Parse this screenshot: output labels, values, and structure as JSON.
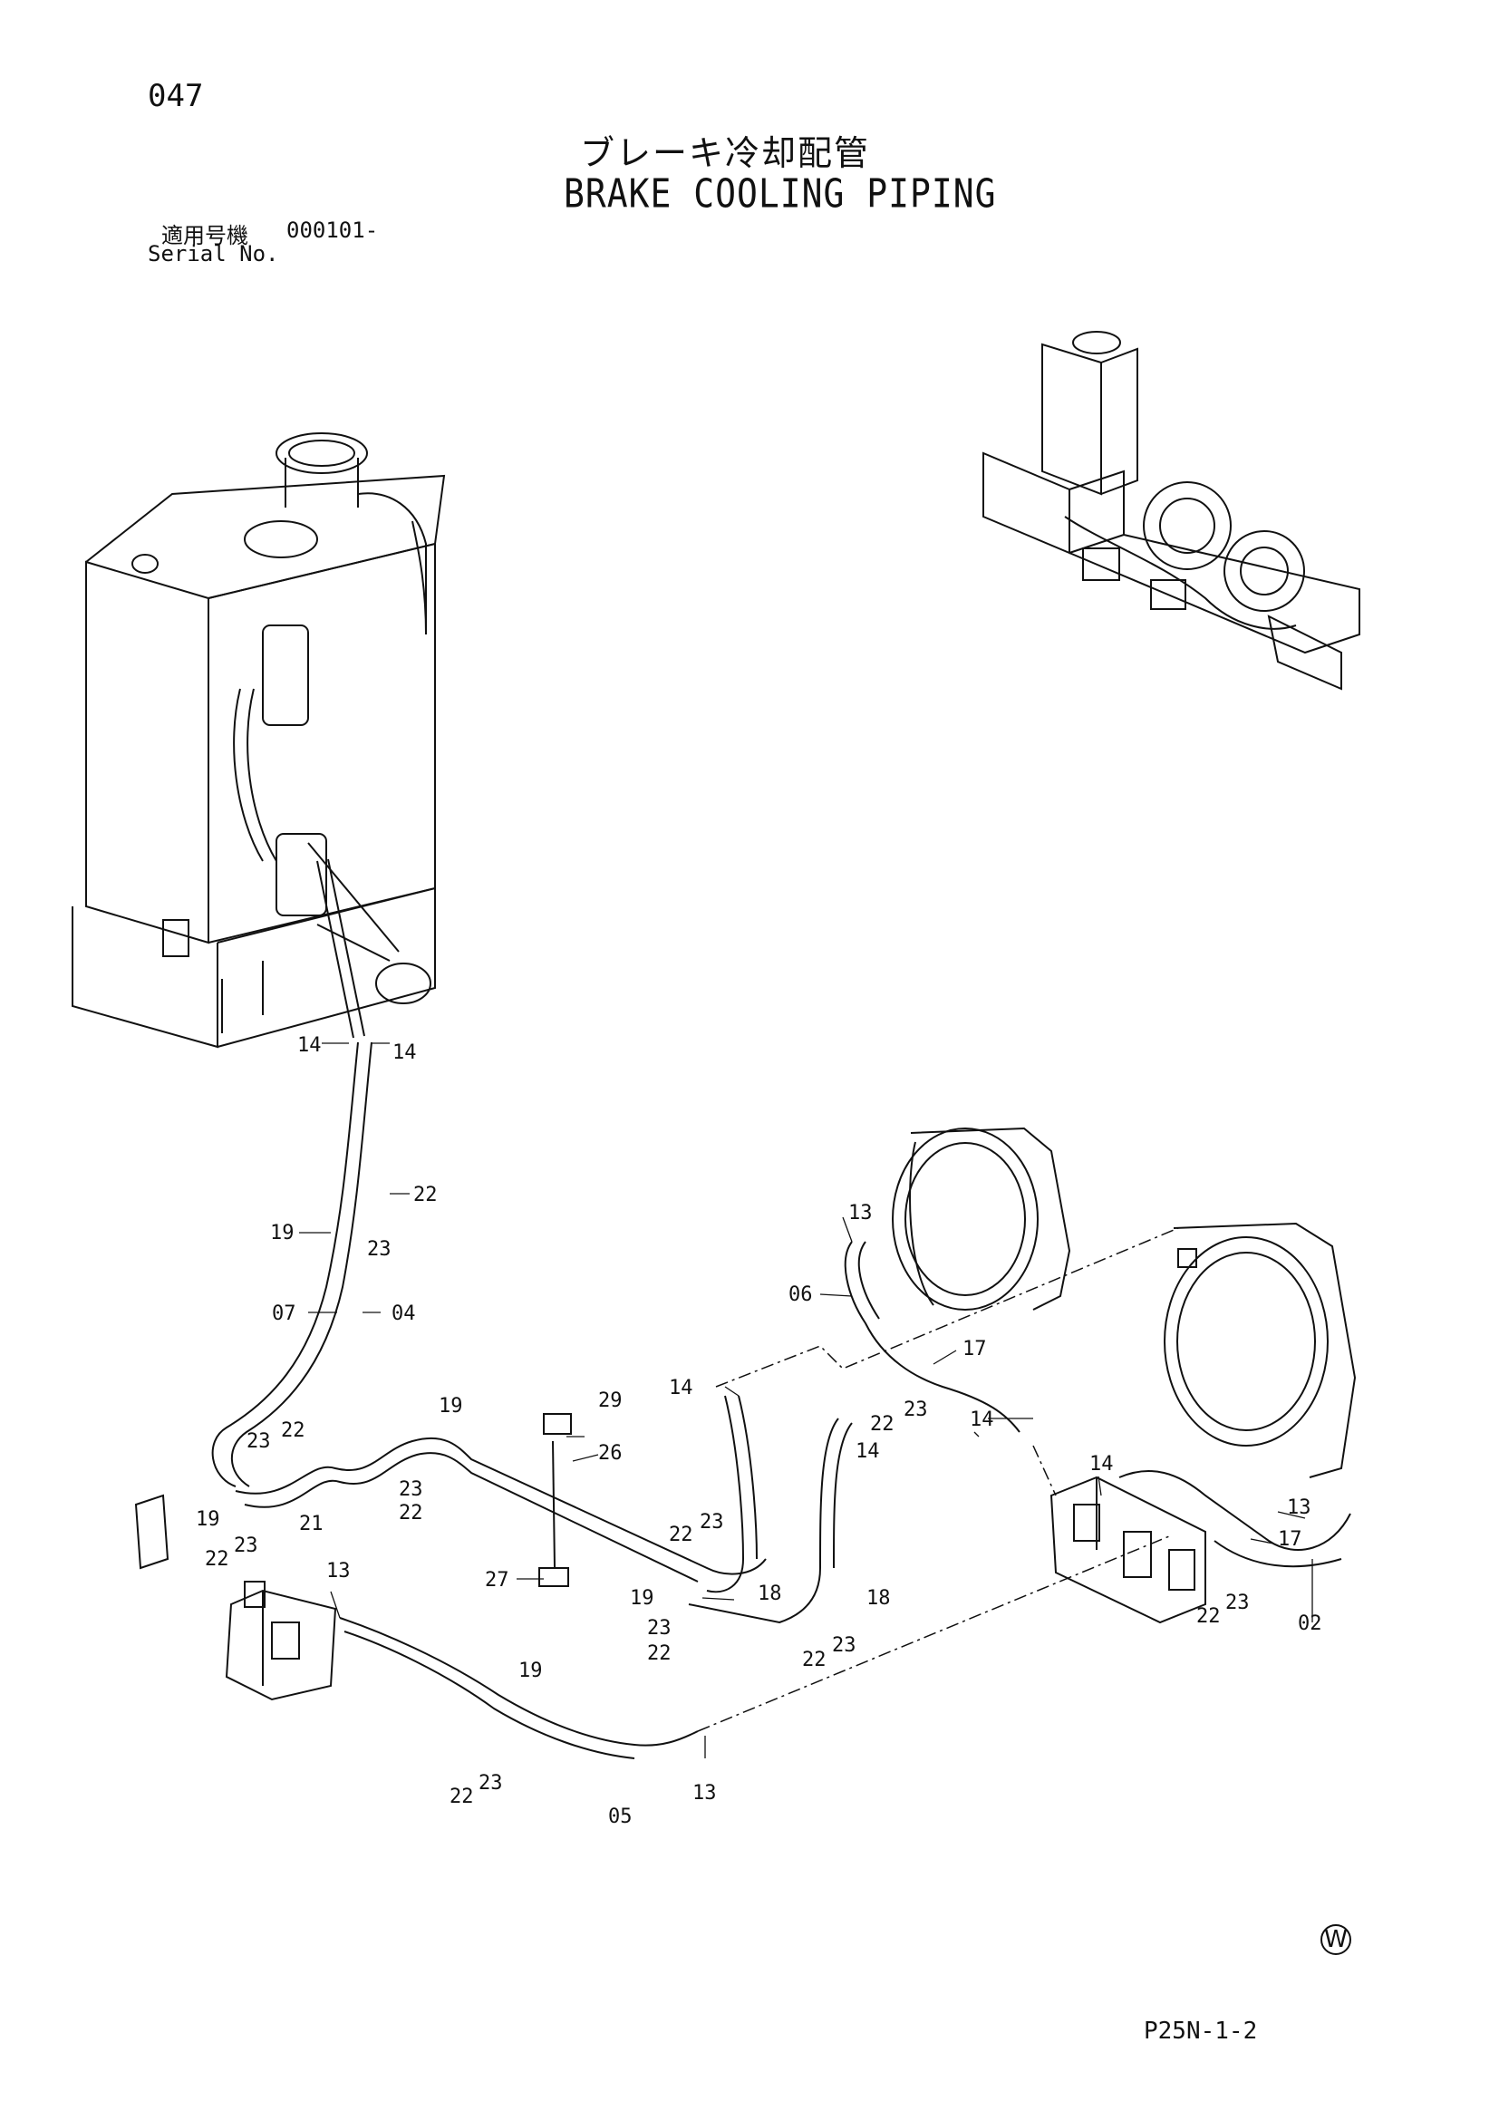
{
  "header": {
    "page_number": "047",
    "title_jp": "ブレーキ冷却配管",
    "title_en": "BRAKE COOLING PIPING",
    "serial_label_jp": "適用号機",
    "serial_value": "000101-",
    "serial_label_en": "Serial No."
  },
  "footer": {
    "sheet_code": "P25N-1-2",
    "mark": "W"
  },
  "callouts": [
    {
      "id": "c1",
      "label": "14"
    },
    {
      "id": "c2",
      "label": "14"
    },
    {
      "id": "c3",
      "label": "22"
    },
    {
      "id": "c4",
      "label": "19"
    },
    {
      "id": "c5",
      "label": "23"
    },
    {
      "id": "c6",
      "label": "07"
    },
    {
      "id": "c7",
      "label": "04"
    },
    {
      "id": "c8",
      "label": "13"
    },
    {
      "id": "c9",
      "label": "06"
    },
    {
      "id": "c10",
      "label": "17"
    },
    {
      "id": "c11",
      "label": "14"
    },
    {
      "id": "c12",
      "label": "22"
    },
    {
      "id": "c13",
      "label": "23"
    },
    {
      "id": "c14",
      "label": "14"
    },
    {
      "id": "c15",
      "label": "14"
    },
    {
      "id": "c16",
      "label": "19"
    },
    {
      "id": "c17",
      "label": "29"
    },
    {
      "id": "c18",
      "label": "23"
    },
    {
      "id": "c19",
      "label": "22"
    },
    {
      "id": "c20",
      "label": "26"
    },
    {
      "id": "c21",
      "label": "23"
    },
    {
      "id": "c22",
      "label": "22"
    },
    {
      "id": "c23",
      "label": "19"
    },
    {
      "id": "c24",
      "label": "21"
    },
    {
      "id": "c25",
      "label": "22"
    },
    {
      "id": "c26",
      "label": "23"
    },
    {
      "id": "c27",
      "label": "22"
    },
    {
      "id": "c28",
      "label": "23"
    },
    {
      "id": "c29",
      "label": "18"
    },
    {
      "id": "c30",
      "label": "27"
    },
    {
      "id": "c31",
      "label": "19"
    },
    {
      "id": "c32",
      "label": "18"
    },
    {
      "id": "c33",
      "label": "23"
    },
    {
      "id": "c34",
      "label": "22"
    },
    {
      "id": "c35",
      "label": "22"
    },
    {
      "id": "c36",
      "label": "23"
    },
    {
      "id": "c37",
      "label": "13"
    },
    {
      "id": "c38",
      "label": "14"
    },
    {
      "id": "c39",
      "label": "13"
    },
    {
      "id": "c40",
      "label": "17"
    },
    {
      "id": "c41",
      "label": "22"
    },
    {
      "id": "c42",
      "label": "23"
    },
    {
      "id": "c43",
      "label": "02"
    },
    {
      "id": "c44",
      "label": "19"
    },
    {
      "id": "c45",
      "label": "22"
    },
    {
      "id": "c46",
      "label": "23"
    },
    {
      "id": "c47",
      "label": "05"
    },
    {
      "id": "c48",
      "label": "13"
    }
  ]
}
